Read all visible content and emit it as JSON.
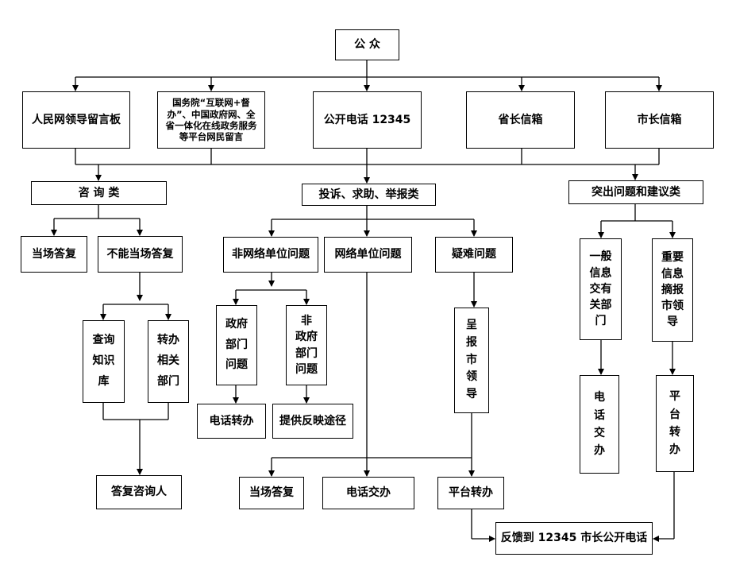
{
  "nodes": {
    "public": "公  众",
    "board": "人民网领导留言板",
    "state_council": "国务院“互联网+督办”、中国政府网、全省一体化在线政务服务等平台网民留言",
    "hotline": "公开电话 12345",
    "gov_mailbox": "省长信箱",
    "mayor_mailbox": "市长信箱",
    "consult": "咨 询 类",
    "complaint": "投诉、求助、举报类",
    "prominent": "突出问题和建议类",
    "onsite_reply": "当场答复",
    "not_onsite": "不能当场答复",
    "query_kb": "查询\n知识\n库",
    "transfer_dept": "转办\n相关\n部门",
    "reply_consultant": "答复咨询人",
    "non_network": "非网络单位问题",
    "network": "网络单位问题",
    "difficult": "疑难问题",
    "gov_dept": "政府\n部门\n问题",
    "non_gov_dept": "非\n政府\n部门\n问题",
    "phone_transfer": "电话转办",
    "provide_channel": "提供反映途径",
    "report_leader": "呈\n报\n市\n领\n导",
    "onsite_reply2": "当场答复",
    "phone_assign": "电话交办",
    "platform_transfer": "平台转办",
    "feedback": "反馈到 12345 市长公开电话",
    "general_info": "一般\n信息\n交有\n关部\n门",
    "important_info": "重要\n信息\n摘报\n市领\n导",
    "phone_assign2": "电\n话\n交\n办",
    "platform_transfer2": "平\n台\n转\n办"
  }
}
